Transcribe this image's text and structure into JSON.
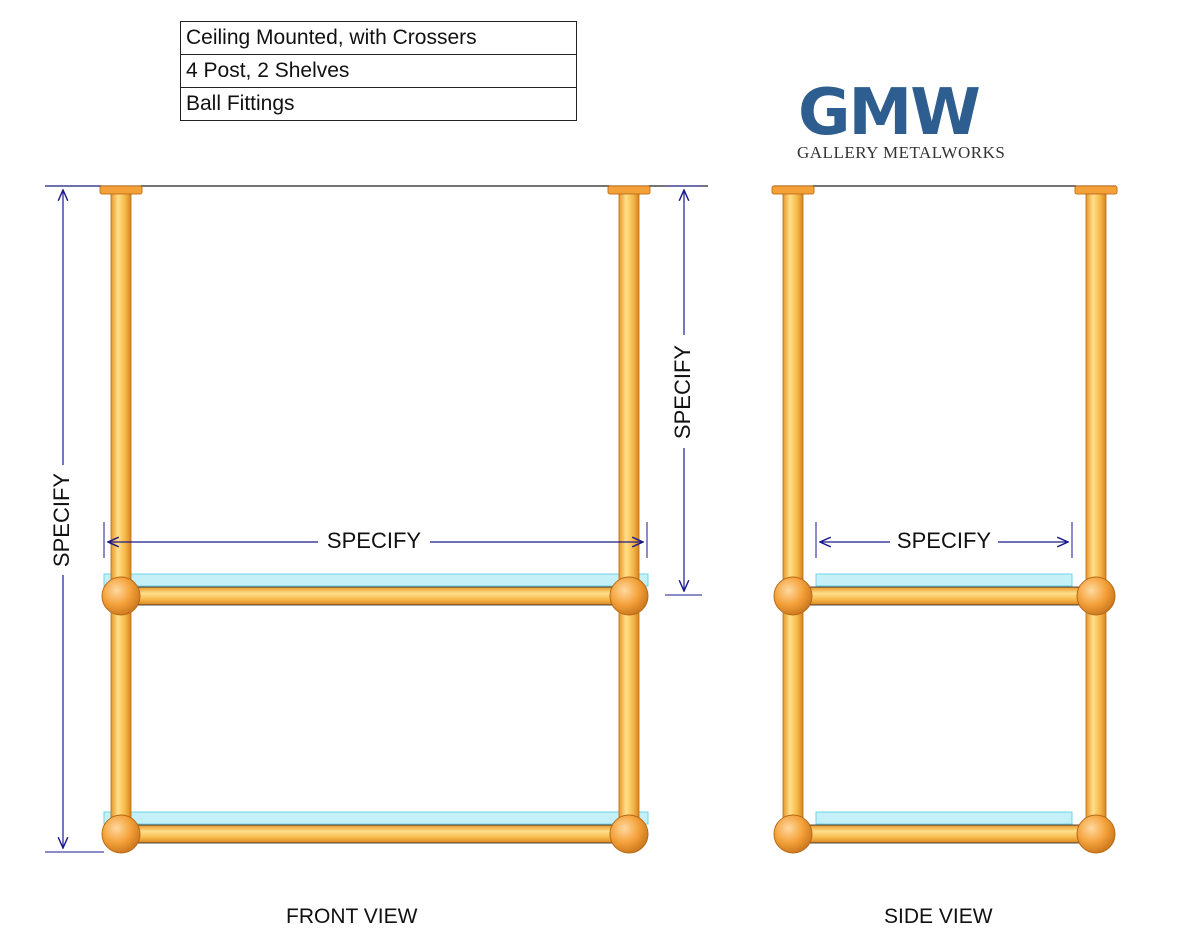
{
  "spec_table": {
    "rows": [
      "Ceiling Mounted, with Crossers",
      "4 Post, 2 Shelves",
      "Ball Fittings"
    ]
  },
  "logo": {
    "mark": "GMW",
    "company": "GALLERY METALWORKS",
    "color": "#2e5d8f"
  },
  "dimensions": {
    "front_overall_height": "SPECIFY",
    "front_shelf_drop": "SPECIFY",
    "front_width": "SPECIFY",
    "side_depth": "SPECIFY"
  },
  "views": {
    "front": "FRONT VIEW",
    "side": "SIDE VIEW"
  },
  "colors": {
    "pipe": "#f5b84a",
    "fitting": "#f0a030",
    "dimension_line": "#1a1a8c",
    "glass": "#b8ecf5"
  }
}
